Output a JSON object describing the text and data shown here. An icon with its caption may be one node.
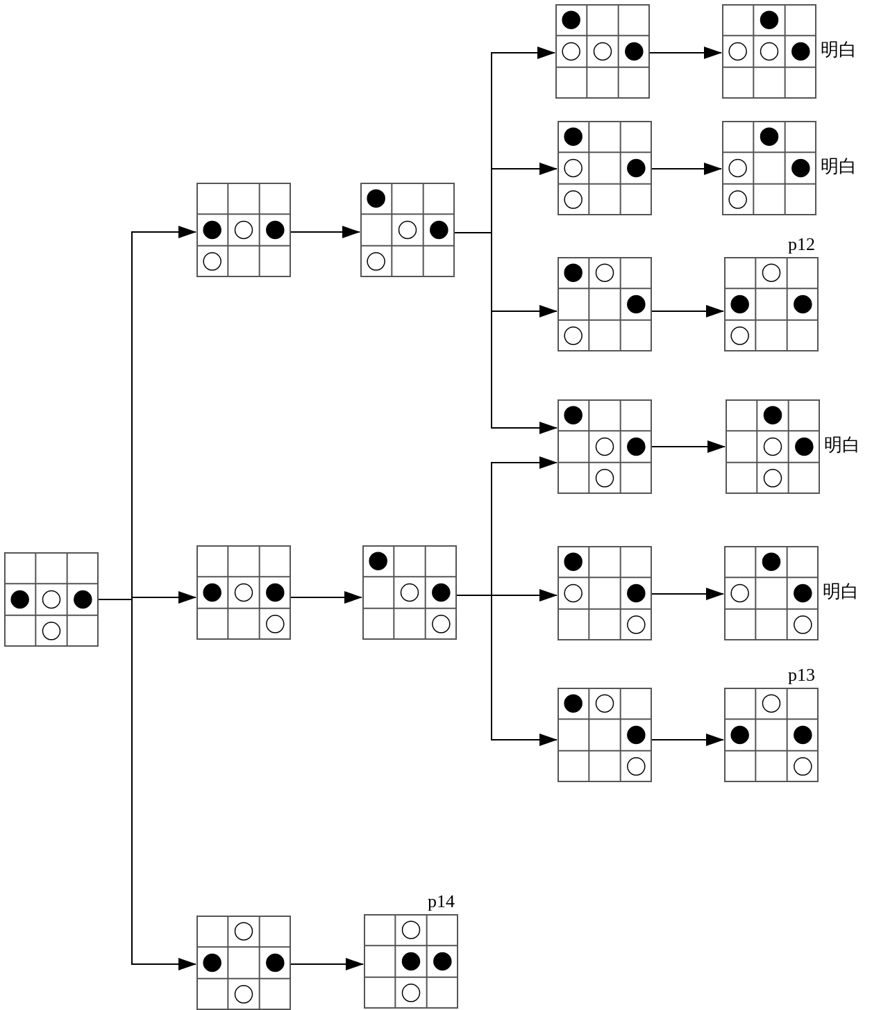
{
  "diagram": {
    "nodes": [
      {
        "text": [],
        "shape": "box"
      },
      {
        "text": [],
        "shape": "box"
      },
      {
        "text": [],
        "shape": "box"
      },
      {
        "text": [],
        "shape": "box"
      },
      {
        "text": [],
        "shape": "box"
      },
      {
        "text": [],
        "shape": "box"
      },
      {
        "text": [],
        "shape": "box",
        "beside": [
          "p14"
        ]
      },
      {
        "text": [],
        "shape": "box"
      },
      {
        "text": [],
        "shape": "box"
      },
      {
        "text": [],
        "shape": "box"
      },
      {
        "text": [],
        "shape": "box"
      },
      {
        "text": [],
        "shape": "box"
      },
      {
        "text": [],
        "shape": "box"
      },
      {
        "text": [],
        "shape": "box",
        "beside": [
          "明白"
        ]
      },
      {
        "text": [],
        "shape": "box",
        "beside": [
          "明白"
        ]
      },
      {
        "text": [],
        "shape": "box",
        "beside": [
          "p12"
        ]
      },
      {
        "text": [],
        "shape": "box",
        "beside": [
          "明白"
        ]
      },
      {
        "text": [],
        "shape": "box",
        "beside": [
          "明白"
        ]
      },
      {
        "text": [],
        "shape": "box",
        "beside": [
          "p13"
        ]
      }
    ],
    "edges": [
      {
        "from": 0,
        "to": 1,
        "arrow": "to"
      },
      {
        "from": 0,
        "to": 2,
        "arrow": "to"
      },
      {
        "from": 0,
        "to": 3,
        "arrow": "to"
      },
      {
        "from": 1,
        "to": 4,
        "arrow": "to"
      },
      {
        "from": 2,
        "to": 5,
        "arrow": "to"
      },
      {
        "from": 3,
        "to": 6,
        "arrow": "to"
      },
      {
        "from": 4,
        "to": 7,
        "arrow": "to"
      },
      {
        "from": 4,
        "to": 8,
        "arrow": "to"
      },
      {
        "from": 4,
        "to": 9,
        "arrow": "to"
      },
      {
        "from": 4,
        "to": 10,
        "arrow": "to"
      },
      {
        "from": 5,
        "to": 10,
        "arrow": "to"
      },
      {
        "from": 5,
        "to": 11,
        "arrow": "to"
      },
      {
        "from": 5,
        "to": 12,
        "arrow": "to"
      },
      {
        "from": 7,
        "to": 13,
        "arrow": "to"
      },
      {
        "from": 8,
        "to": 14,
        "arrow": "to"
      },
      {
        "from": 9,
        "to": 15,
        "arrow": "to"
      },
      {
        "from": 10,
        "to": 16,
        "arrow": "to"
      },
      {
        "from": 11,
        "to": 17,
        "arrow": "to"
      },
      {
        "from": 12,
        "to": 18,
        "arrow": "to"
      }
    ]
  }
}
